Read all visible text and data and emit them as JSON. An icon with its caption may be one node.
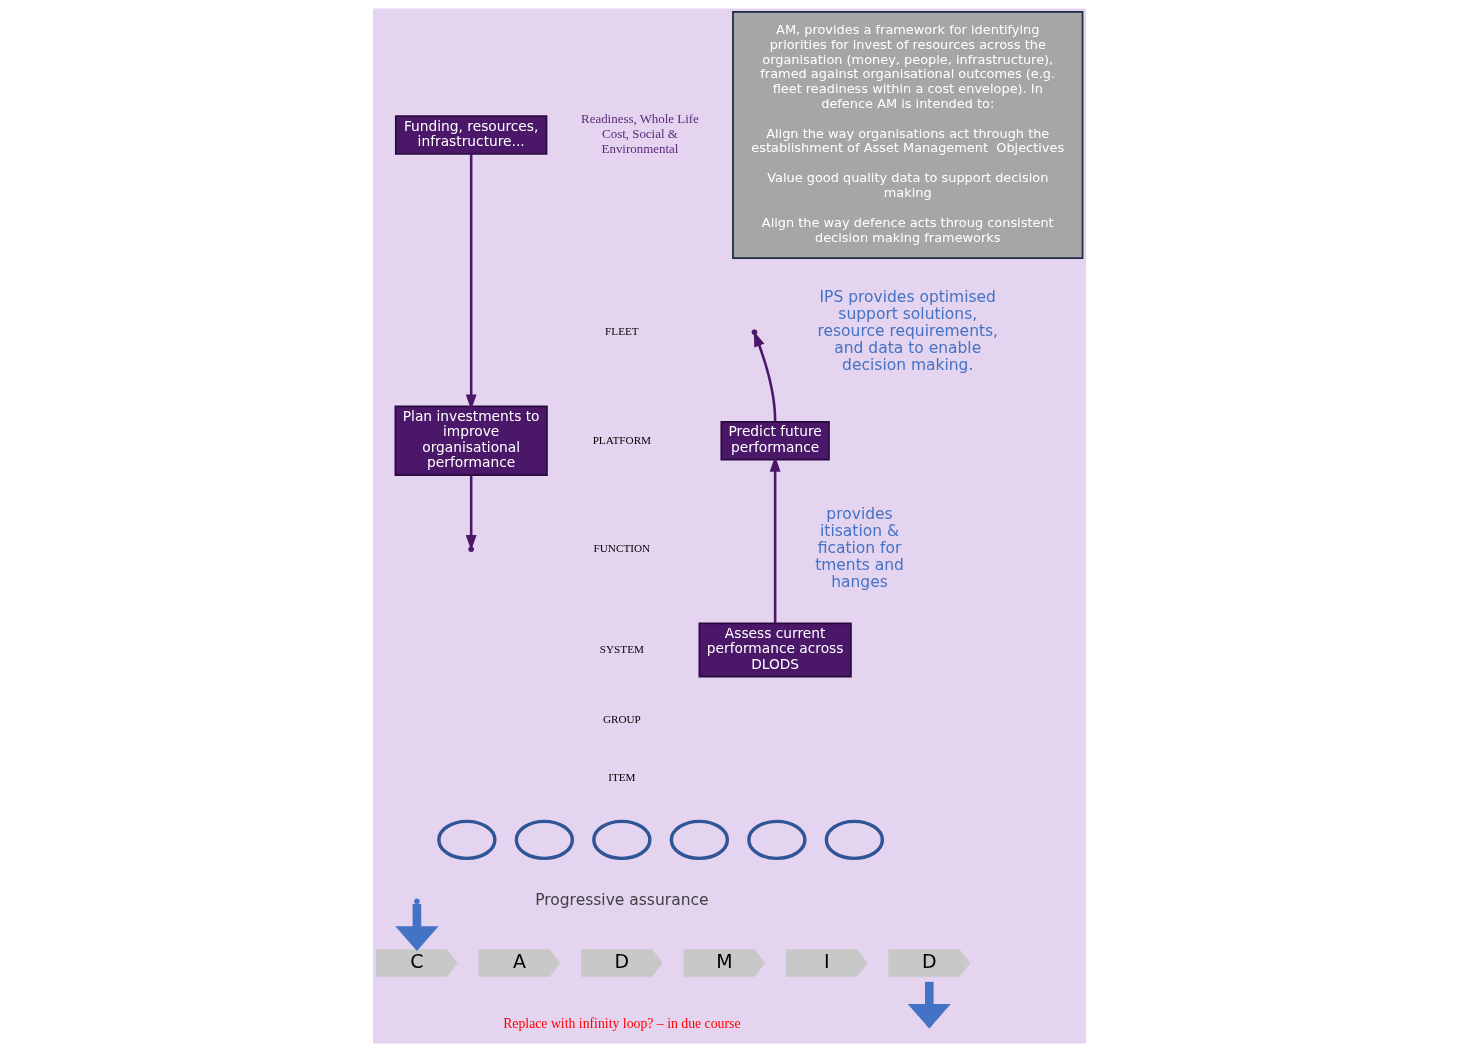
{
  "diagram": {
    "nodes": [
      {
        "text": [
          "Funding, resources, infrastructure..."
        ]
      },
      {
        "text": [
          "Plan investments to improve organisational performance"
        ]
      },
      {
        "text": [
          "Predict future performance"
        ]
      },
      {
        "text": [
          "Assess current performance across DLODS"
        ]
      },
      {
        "text": [
          "AM, provides a framework for identifying priorities for invest of resources across the organisation (money, people, infrastructure), framed against organisational outcomes (e.g. fleet readiness within a cost envelope). In defence AM is intended to:",
          "Align the way organisations act through the establishment of Asset Management  Objectives",
          "Value good quality data to support decision making",
          "Align the way defence acts throug consistent decision making frameworks"
        ]
      },
      {
        "text": [],
        "shape": "circle"
      },
      {
        "text": [],
        "shape": "circle"
      },
      {
        "text": [],
        "shape": "circle"
      },
      {
        "text": [],
        "shape": "circle"
      },
      {
        "text": [],
        "shape": "circle"
      },
      {
        "text": [],
        "shape": "circle"
      },
      {
        "text": [
          "C"
        ]
      },
      {
        "text": [
          "A"
        ]
      },
      {
        "text": [
          "D"
        ]
      },
      {
        "text": [
          "M"
        ]
      },
      {
        "text": [
          "I"
        ]
      },
      {
        "text": [
          "D"
        ]
      }
    ],
    "edges": [
      {
        "from": 0,
        "to": 1,
        "arrow": "to"
      },
      {
        "from": 1,
        "to": null,
        "arrow": "to"
      },
      {
        "from": 3,
        "to": 2,
        "arrow": "to"
      },
      {
        "from": 2,
        "to": null,
        "arrow": "to"
      },
      {
        "from": null,
        "to": 11,
        "arrow": "to",
        "style": "thick",
        "color": "#4472c4"
      },
      {
        "from": 16,
        "to": null,
        "arrow": "to",
        "style": "thick",
        "color": "#4472c4"
      }
    ],
    "labels": [
      "Readiness, Whole Life Cost, Social & Environmental",
      "FLEET",
      "PLATFORM",
      "FUNCTION",
      "SYSTEM",
      "GROUP",
      "ITEM",
      "provides itisation & fication for tments and hanges",
      "IPS provides optimised support solutions, resource requirements, and data to enable decision making.",
      "Progressive assurance",
      "Replace with infinity loop? – in due course"
    ]
  }
}
